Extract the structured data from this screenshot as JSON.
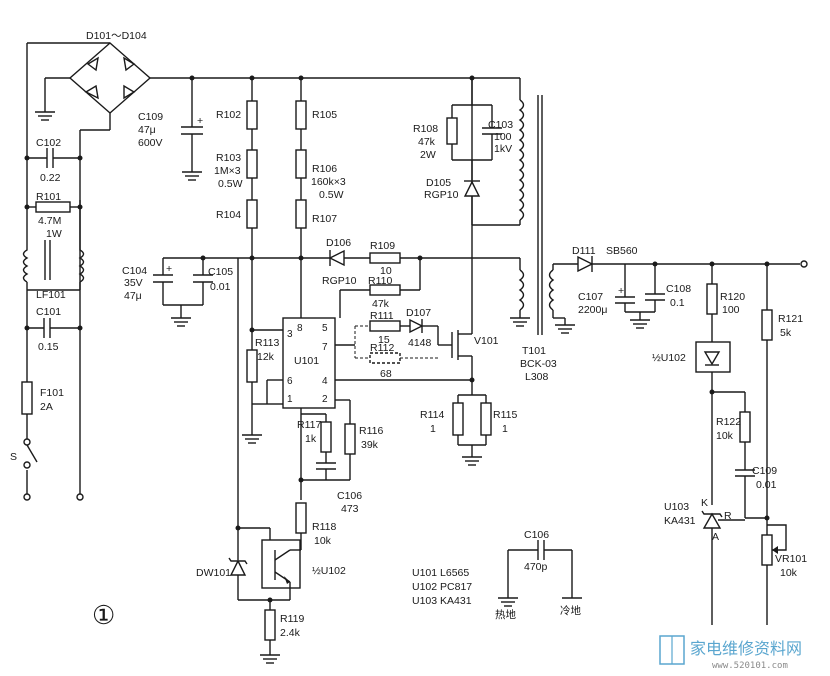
{
  "labels": {
    "bridge": "D101～D104",
    "c102": "C102",
    "c102v": "0.22",
    "r101": "R101",
    "r101v": "4.7M",
    "r101w": "1W",
    "lf101": "LF101",
    "c101": "C101",
    "c101v": "0.15",
    "f101": "F101",
    "f101v": "2A",
    "s": "S",
    "c109": "C109",
    "c109v1": "47μ",
    "c109v2": "600V",
    "r102": "R102",
    "r103": "R103",
    "r103v1": "1M×3",
    "r103v2": "0.5W",
    "r104": "R104",
    "r105": "R105",
    "r106": "R106",
    "r106v1": "160k×3",
    "r106v2": "0.5W",
    "r107": "R107",
    "r108": "R108",
    "r108v1": "47k",
    "r108v2": "2W",
    "c103": "C103",
    "c103v1": "100",
    "c103v2": "1kV",
    "d105": "D105",
    "d105v": "RGP10",
    "d106": "D106",
    "d106v": "RGP10",
    "r109": "R109",
    "r109v": "10",
    "r110": "R110",
    "r110v": "47k",
    "r111": "R111",
    "r111v": "15",
    "d107": "D107",
    "d107v": "4148",
    "r112": "R112",
    "r112v": "68",
    "c104": "C104",
    "c104v1": "35V",
    "c104v2": "47μ",
    "c105": "C105",
    "c105v": "0.01",
    "r113": "R113",
    "r113v": "12k",
    "u101": "U101",
    "v101": "V101",
    "r114": "R114",
    "r114v": "1",
    "r115": "R115",
    "r115v": "1",
    "r117": "R117",
    "r117v": "1k",
    "r116": "R116",
    "r116v": "39k",
    "c106a": "C106",
    "c106av": "473",
    "r118": "R118",
    "r118v": "10k",
    "dw101": "DW101",
    "u102a": "½U102",
    "r119": "R119",
    "r119v": "2.4k",
    "t101": "T101",
    "t101v1": "BCK-03",
    "t101v2": "L308",
    "d111": "D111",
    "d111v": "SB560",
    "c107": "C107",
    "c107v": "2200μ",
    "c108": "C108",
    "c108v": "0.1",
    "r120": "R120",
    "r120v": "100",
    "r121": "R121",
    "r121v": "5k",
    "u102b": "½U102",
    "r122": "R122",
    "r122v": "10k",
    "c109b": "C109",
    "c109bv": "0.01",
    "u103": "U103",
    "u103v": "KA431",
    "k": "K",
    "a": "A",
    "rr": "R",
    "vr101": "VR101",
    "vr101v": "10k",
    "c106b": "C106",
    "c106bv": "470p",
    "parts1": "U101  L6565",
    "parts2": "U102  PC817",
    "parts3": "U103  KA431",
    "hot": "热地",
    "cold": "冷地",
    "fig": "①",
    "pins": [
      "3",
      "5",
      "8",
      "7",
      "6",
      "4",
      "1",
      "2"
    ]
  },
  "watermark": {
    "brand": "家电维修资料网",
    "url": "www.520101.com"
  }
}
